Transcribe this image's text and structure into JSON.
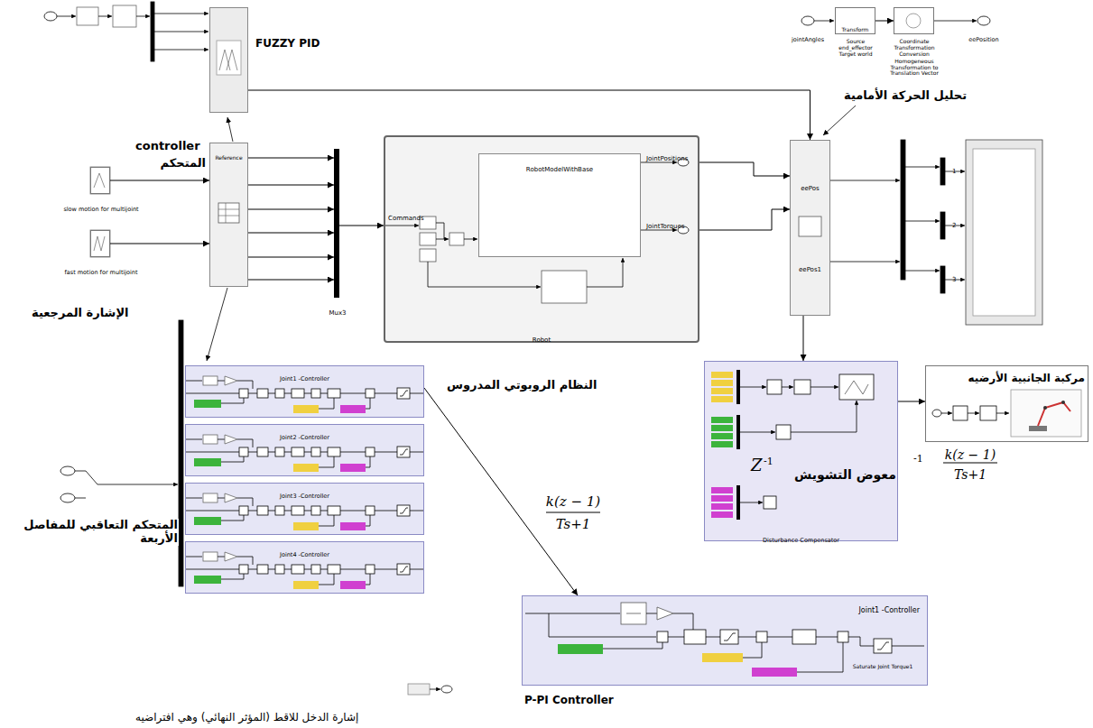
{
  "diagram": {
    "nodes": [
      {
        "text": [
          "FUZZY PID"
        ]
      },
      {
        "text": [
          "Reference"
        ]
      },
      {
        "text": [
          "slow motion for multijoint"
        ]
      },
      {
        "text": [
          "fast motion for multijoint"
        ]
      },
      {
        "text": [
          "Mux3"
        ]
      },
      {
        "text": [
          "Robot"
        ]
      },
      {
        "text": [
          "RobotModelWithBase"
        ],
        "in": 5
      },
      {
        "text": [
          "eePos",
          "eePos1"
        ]
      },
      {
        "text": [
          "Transform",
          "Source end_effector Target world"
        ]
      },
      {
        "text": [
          "Coordinate Transformation Conversion",
          "Homogeneous Transformation to Translation Vector"
        ]
      },
      {
        "text": [
          "Joint1 -Controller"
        ]
      },
      {
        "text": [
          "Joint2 -Controller"
        ]
      },
      {
        "text": [
          "Joint3 -Controller"
        ]
      },
      {
        "text": [
          "Joint4 -Controller"
        ]
      },
      {
        "text": [
          "Disturbance Compensator"
        ]
      },
      {
        "text": [
          "مركبة الجانبية الأرضيه"
        ]
      },
      {
        "text": [
          "Joint1 -Controller",
          "P-PI Controller"
        ]
      }
    ],
    "edges": [
      {
        "from": 2,
        "to": 1,
        "arrow": "to"
      },
      {
        "from": 3,
        "to": 1,
        "arrow": "to"
      },
      {
        "from": 1,
        "to": 4,
        "arrow": "to"
      },
      {
        "from": 1,
        "to": 4,
        "arrow": "to"
      },
      {
        "from": 1,
        "to": 4,
        "arrow": "to"
      },
      {
        "from": 1,
        "to": 4,
        "arrow": "to"
      },
      {
        "from": 1,
        "to": 4,
        "arrow": "to"
      },
      {
        "from": 1,
        "to": 4,
        "arrow": "to"
      },
      {
        "from": 4,
        "to": 5,
        "arrow": "to"
      },
      {
        "from": 5,
        "to": 7,
        "arrow": "to"
      },
      {
        "from": 5,
        "to": 7,
        "arrow": "to"
      },
      {
        "from": 0,
        "to": 7,
        "arrow": "to"
      },
      {
        "from": 8,
        "to": 9,
        "arrow": "to"
      },
      {
        "from": 7,
        "to": 14,
        "arrow": "to"
      },
      {
        "from": 14,
        "to": 15,
        "arrow": "to"
      },
      {
        "from": 10,
        "to": 16,
        "arrow": "to"
      }
    ],
    "labels": [
      "controller",
      "المتحكم",
      "الإشارة المرجعية",
      "Commands",
      "JointPositions",
      "JointTorques",
      "النظام الروبوتي المدروس",
      "المتحكم التعاقبي للمفاصل الأربعة",
      "jointAngles",
      "eePosition",
      "تحليل الحركة الأمامية",
      "1",
      "2",
      "3",
      "Z",
      "-1",
      "معوض التشويش",
      "-1",
      "k(z − 1)",
      "Ts+1",
      "k(z − 1)",
      "Ts+1",
      "Saturate Joint Torque1",
      "إشارة الدخل للاقط (المؤثر النهائي) وهي افتراضيه"
    ]
  }
}
